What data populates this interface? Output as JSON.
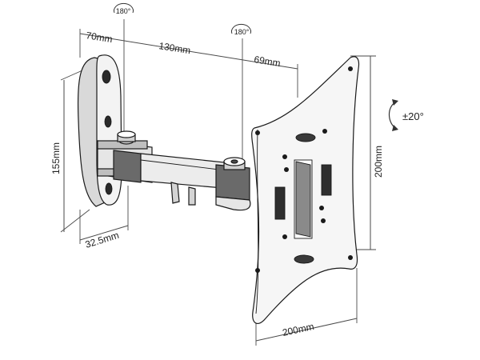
{
  "dimensions": {
    "wall_plate_width": "70mm",
    "arm_length": "130mm",
    "arm_to_plate": "69mm",
    "wall_plate_height": "155mm",
    "plate_depth": "32.5mm",
    "vesa_height": "200mm",
    "vesa_width": "200mm"
  },
  "rotations": {
    "wall_swivel": "180°",
    "arm_swivel": "180°",
    "tilt": "±20°"
  }
}
